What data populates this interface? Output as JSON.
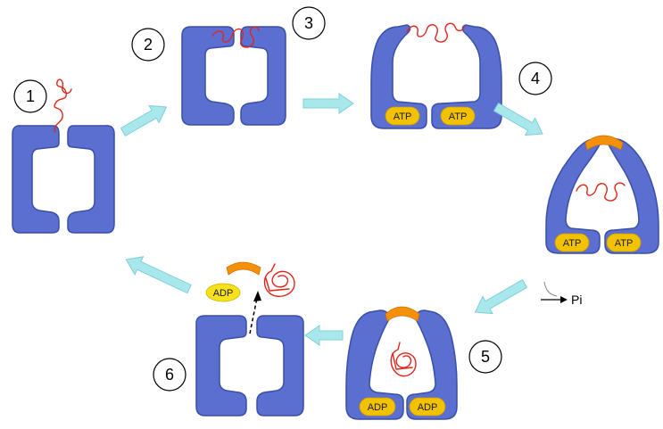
{
  "steps": [
    {
      "id": 1,
      "label": "1"
    },
    {
      "id": 2,
      "label": "2"
    },
    {
      "id": 3,
      "label": "3"
    },
    {
      "id": 4,
      "label": "4"
    },
    {
      "id": 5,
      "label": "5"
    },
    {
      "id": 6,
      "label": "6"
    }
  ],
  "nucleotides": {
    "atp": "ATP",
    "adp": "ADP"
  },
  "phosphate": "Pi",
  "colors": {
    "chaperone": "#5a6fcf",
    "chaperone_edge": "#3a4fa8",
    "atp_pill": "#f2c200",
    "adp_pill": "#f7e21a",
    "lid": "#f5900a",
    "peptide": "#e0261c",
    "flow_arrow": "#a8e8ec"
  }
}
